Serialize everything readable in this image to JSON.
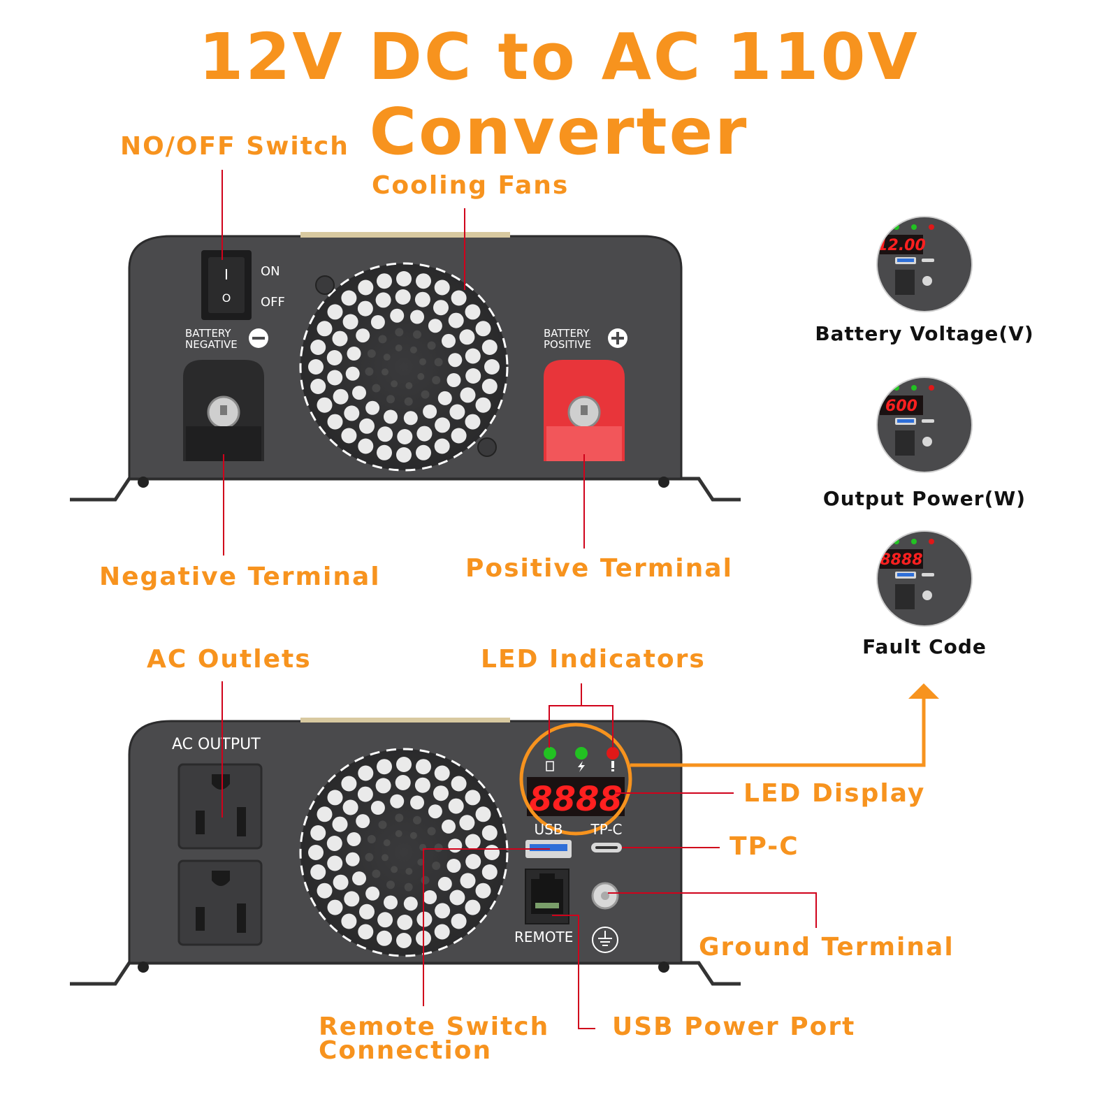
{
  "title": "12V DC to AC 110V Converter",
  "callouts": {
    "switch": "NO/OFF Switch",
    "fans": "Cooling Fans",
    "negative": "Negative Terminal",
    "positive": "Positive Terminal",
    "ac_outlets": "AC Outlets",
    "led_indicators": "LED Indicators",
    "led_display": "LED Display",
    "tpc": "TP-C",
    "ground": "Ground Terminal",
    "remote_line1": "Remote Switch",
    "remote_line2": "Connection",
    "usb_port": "USB Power Port"
  },
  "panel_labels": {
    "on": "ON",
    "off": "OFF",
    "switch_on_glyph": "I",
    "switch_off_glyph": "O",
    "battery_negative_1": "BATTERY",
    "battery_negative_2": "NEGATIVE",
    "battery_positive_1": "BATTERY",
    "battery_positive_2": "POSITIVE",
    "ac_output": "AC OUTPUT",
    "usb": "USB",
    "tpc": "TP-C",
    "remote": "REMOTE",
    "display_digits": "8888"
  },
  "display_modes": [
    {
      "label": "Battery Voltage(V)",
      "digits": "12.00"
    },
    {
      "label": "Output Power(W)",
      "digits": "600"
    },
    {
      "label": "Fault Code",
      "digits": "8888"
    }
  ],
  "colors": {
    "accent": "#f7931e",
    "leader": "#d0021b",
    "panel": "#4a4a4c",
    "positive_terminal": "#e8353a",
    "led_green": "#22c222",
    "led_red": "#e01818",
    "display_red": "#ff2020"
  }
}
